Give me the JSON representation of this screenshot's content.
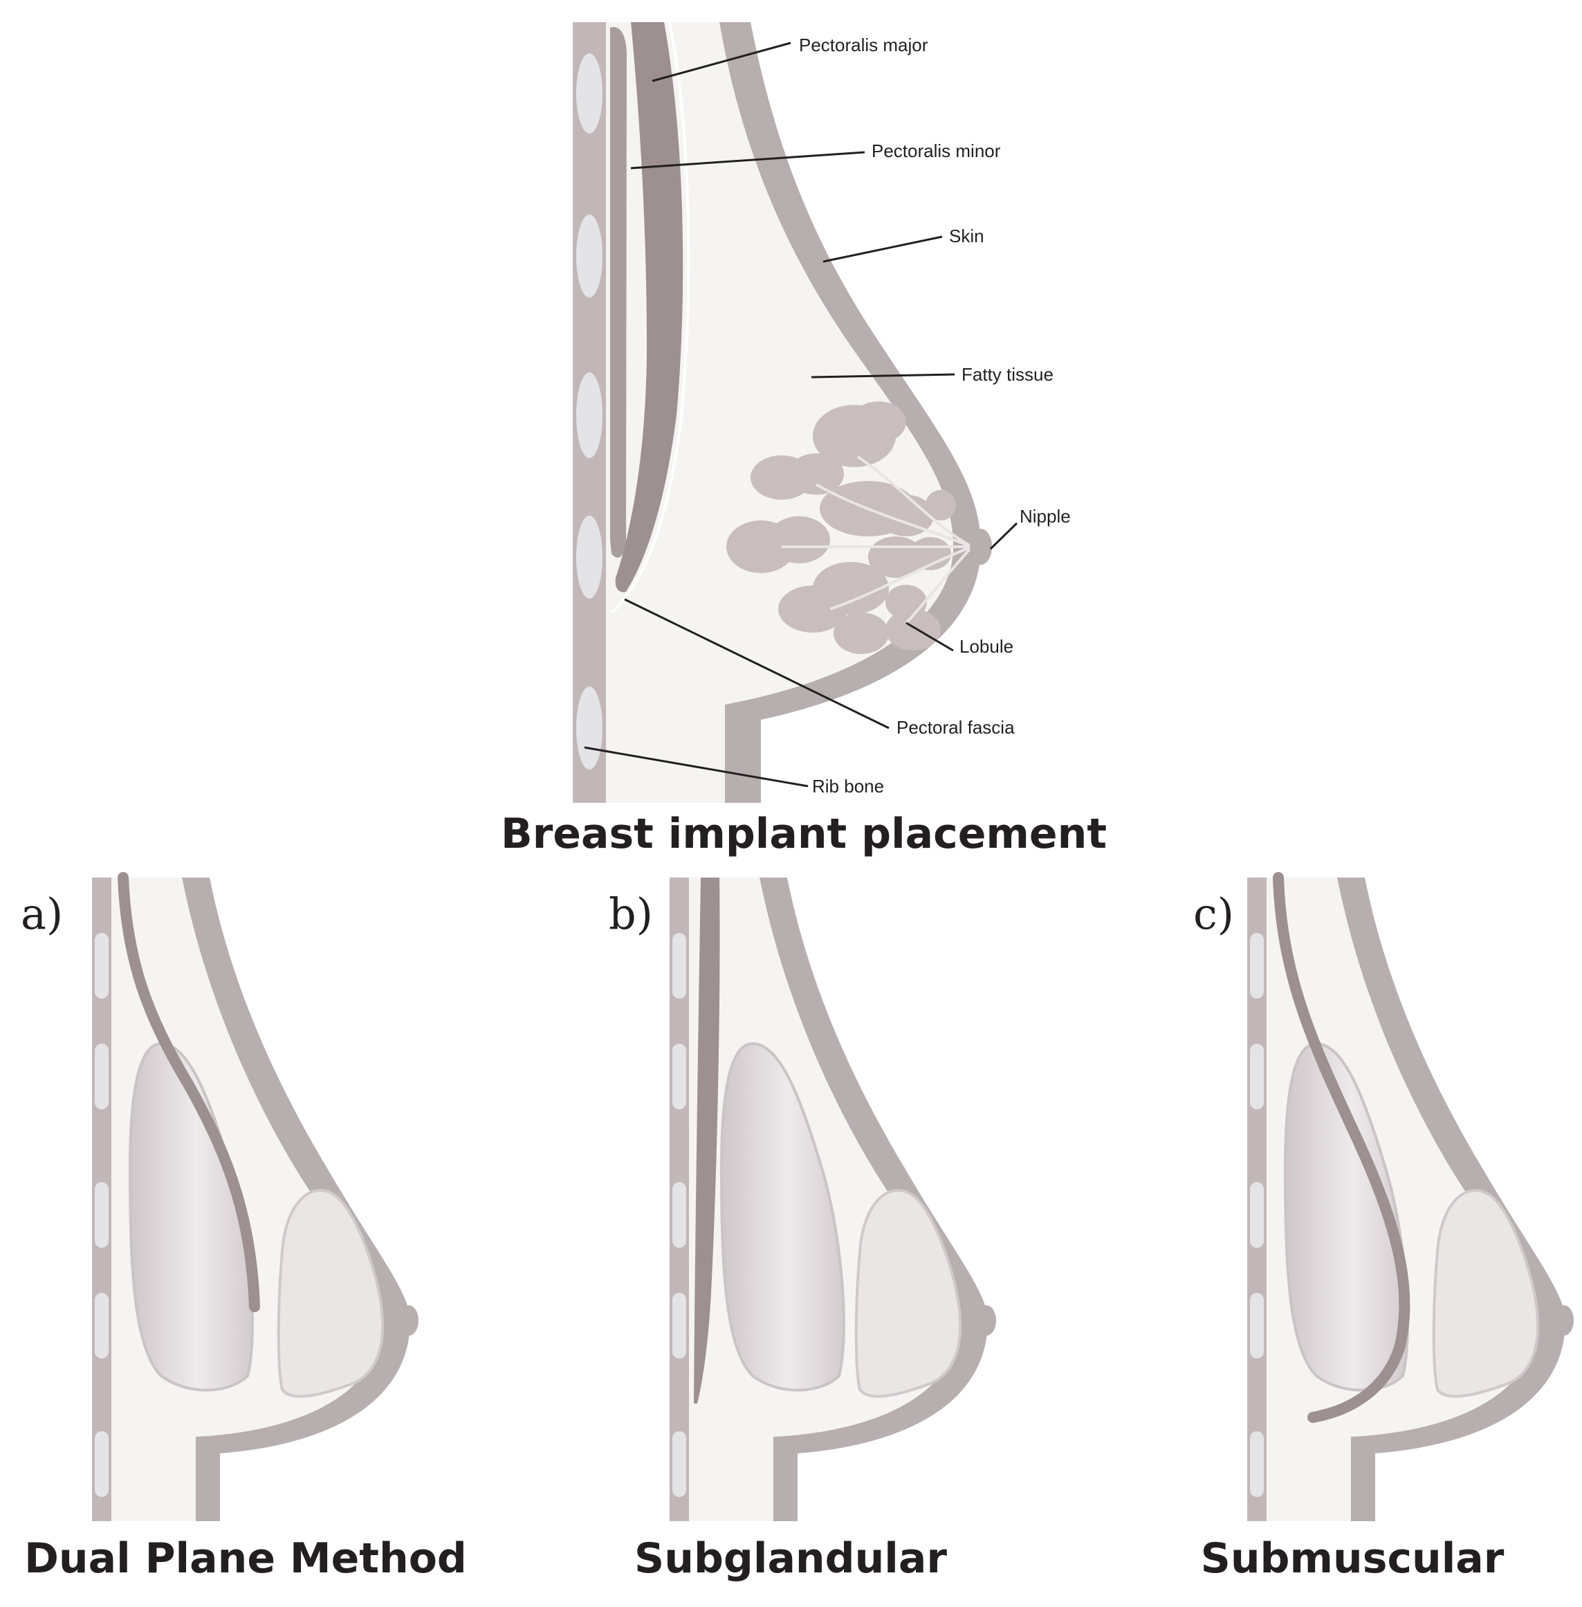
{
  "top_title": "Breast implant placement",
  "labels": {
    "pectoralis_major": "Pectoralis major",
    "pectoralis_minor": "Pectoralis minor",
    "skin": "Skin",
    "fatty_tissue": "Fatty tissue",
    "nipple": "Nipple",
    "lobule": "Lobule",
    "pectoral_fascia": "Pectoral fascia",
    "rib_bone": "Rib bone"
  },
  "panels": [
    {
      "letter": "a)",
      "title": "Dual Plane Method"
    },
    {
      "letter": "b)",
      "title": "Subglandular"
    },
    {
      "letter": "c)",
      "title": "Submuscular"
    }
  ],
  "colors": {
    "rib_band": "#c1b6b8",
    "rib_bone": "#e4e3e5",
    "skin": "#b7aeb0",
    "tissue": "#f6f3f3",
    "muscle_major": "#9c9090",
    "muscle_minor": "#a89d9e",
    "lobule": "#c8bdbf",
    "implant": "#d9d3d5",
    "gland": "#e9e6e3"
  }
}
